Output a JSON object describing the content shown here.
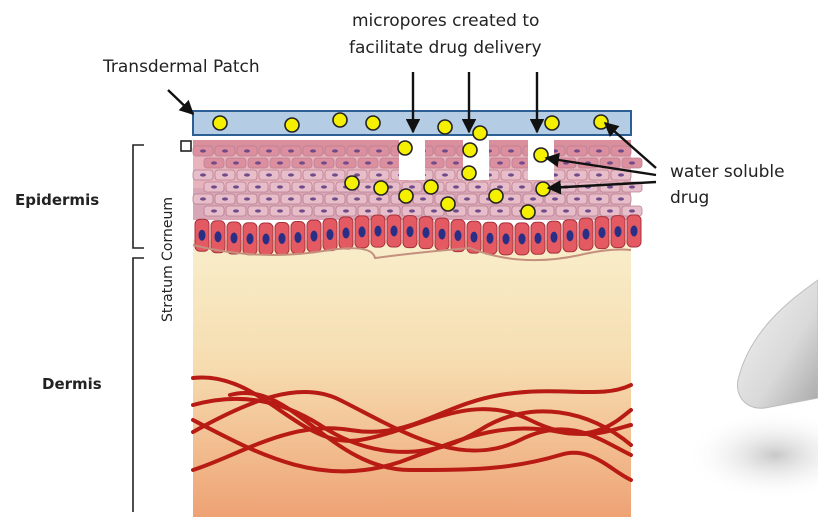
{
  "labels": {
    "patch": "Transdermal Patch",
    "micropores_line1": "micropores created to",
    "micropores_line2": "facilitate drug delivery",
    "water_line1": "water soluble",
    "water_line2": "drug",
    "epidermis": "Epidermis",
    "stratum": "Stratum Corneum",
    "dermis": "Dermis"
  },
  "colors": {
    "patch": "#b5cde4",
    "patch_border": "#2c5f93",
    "drug": "#f4f000",
    "fiber": "#b81a14",
    "basal_cell": "#e45a62",
    "nucleus": "#2a2f86"
  }
}
